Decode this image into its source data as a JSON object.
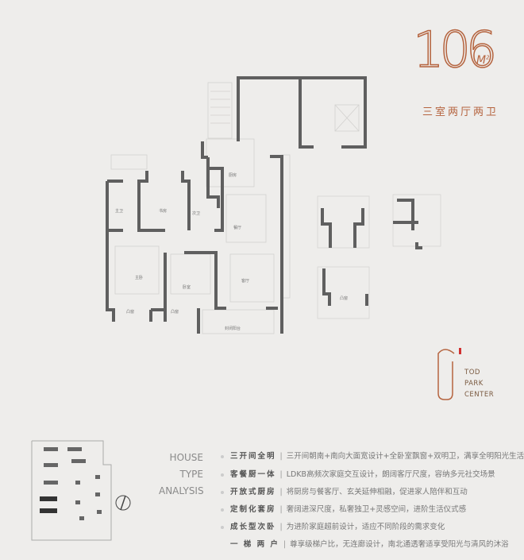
{
  "header": {
    "area_number": "106",
    "area_unit": "M",
    "area_unit_sup": "2",
    "layout": "三室两厅两卫",
    "accent_color": "#b5643f"
  },
  "brand": {
    "lines": [
      "TOD",
      "PARK",
      "CENTER"
    ]
  },
  "floorplan": {
    "rooms": {
      "master_bath": "主卫",
      "study": "书房",
      "second_bath": "次卫",
      "kitchen": "厨房",
      "dining": "餐厅",
      "master_bedroom": "主卧",
      "bedroom": "卧室",
      "living": "客厅",
      "bay_window_1": "凸窗",
      "bay_window_2": "凸窗",
      "balcony": "封闭阳台"
    },
    "detail_labels": {
      "bay": "凸窗"
    }
  },
  "analysis": {
    "heading": [
      "HOUSE",
      "TYPE",
      "ANALYSIS"
    ],
    "items": [
      {
        "title": "三开间全明",
        "desc": "三开间朝南+南向大面宽设计+全卧室飘窗+双明卫，满享全明阳光生活"
      },
      {
        "title": "客餐厨一体",
        "desc": "LDKB高频次家庭交互设计，朗阔客厅尺度，容纳多元社交场景"
      },
      {
        "title": "开放式厨房",
        "desc": "将厨房与餐客厅、玄关延伸相融，促进家人陪伴和互动"
      },
      {
        "title": "定制化套房",
        "desc": "奢阔进深尺度，私奢独卫+灵感空间，进阶生活仪式感"
      },
      {
        "title": "成长型次卧",
        "desc": "为进阶家庭超前设计，适应不同阶段的需求变化"
      },
      {
        "title": "一 梯 两 户",
        "desc": "尊享级梯户比，无连廊设计，南北通透奢适享受阳光与清风的沐浴"
      }
    ]
  }
}
